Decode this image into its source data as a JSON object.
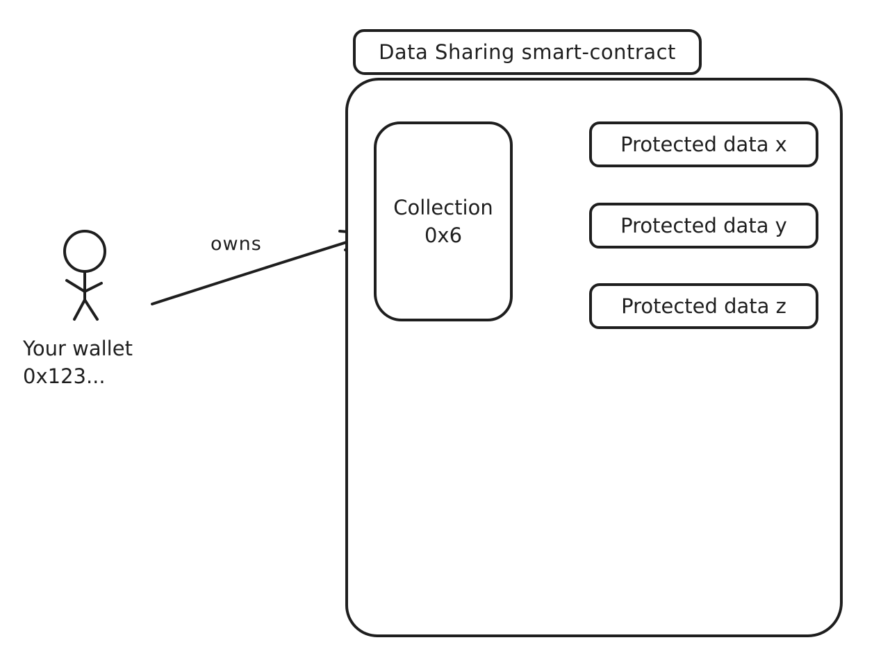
{
  "diagram": {
    "background": "#ffffff",
    "stroke_color": "#1e1e1e",
    "title_box": {
      "label": "Data Sharing smart-contract"
    },
    "collection_node": {
      "line1": "Collection",
      "line2": "0x6"
    },
    "protected_nodes": [
      {
        "label": "Protected data x"
      },
      {
        "label": "Protected data y"
      },
      {
        "label": "Protected data z"
      }
    ],
    "actor": {
      "icon": "stick-figure-icon",
      "label_line1": "Your wallet",
      "label_line2": "0x123..."
    },
    "edges": {
      "owns_label": "owns"
    }
  }
}
